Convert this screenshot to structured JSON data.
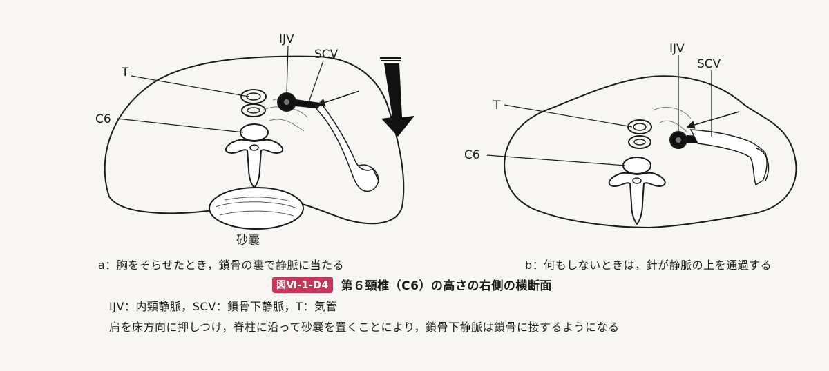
{
  "panel_a": {
    "labels": {
      "ijv": "IJV",
      "scv": "SCV",
      "trachea": "T",
      "c6": "C6",
      "sandbag": "砂嚢"
    },
    "caption": "a：胸をそらせたとき，鎖骨の裏で静脈に当たる"
  },
  "panel_b": {
    "labels": {
      "ijv": "IJV",
      "scv": "SCV",
      "trachea": "T",
      "c6": "C6"
    },
    "caption": "b：何もしないときは，針が静脈の上を通過する"
  },
  "figure": {
    "badge": "図Ⅵ-1-D4",
    "title": "第６頸椎（C6）の高さの右側の横断面",
    "legend": "IJV：内頸静脈，SCV：鎖骨下静脈，T：気管",
    "note": "肩を床方向に押しつけ，脊柱に沿って砂嚢を置くことにより，鎖骨下静脈は鎖骨に接するようになる"
  },
  "colors": {
    "badge": "#c6375a",
    "ink": "#1a1a1a",
    "background": "#f7f6f3"
  }
}
